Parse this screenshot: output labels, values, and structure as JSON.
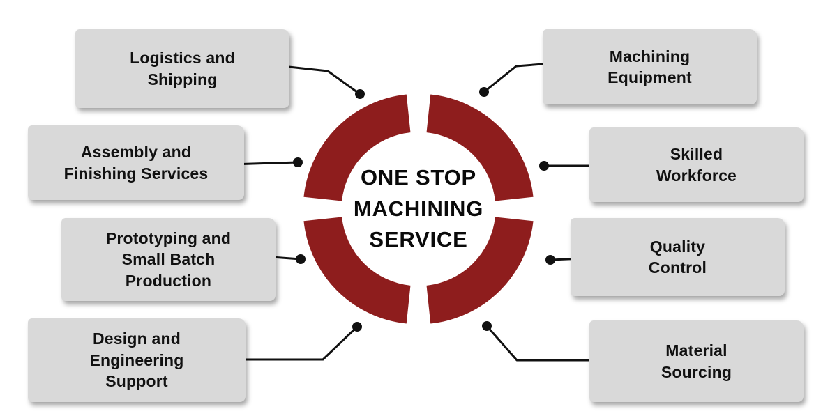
{
  "center": {
    "title": "ONE STOP\nMACHINING\nSERVICE"
  },
  "boxes": [
    {
      "id": "logistics-shipping",
      "label": "Logistics and\nShipping"
    },
    {
      "id": "assembly-finishing-services",
      "label": "Assembly and\nFinishing Services"
    },
    {
      "id": "prototyping-small-batch",
      "label": "Prototyping and\nSmall Batch\nProduction"
    },
    {
      "id": "design-engineering-support",
      "label": "Design and\nEngineering\nSupport"
    },
    {
      "id": "machining-equipment",
      "label": "Machining\nEquipment"
    },
    {
      "id": "skilled-workforce",
      "label": "Skilled\nWorkforce"
    },
    {
      "id": "quality-control",
      "label": "Quality\nControl"
    },
    {
      "id": "material-sourcing",
      "label": "Material\nSourcing"
    }
  ],
  "colors": {
    "ring": "#8E1D1D",
    "box_background": "#D9D9D9",
    "connector": "#111111",
    "text": "#111111",
    "background": "#FFFFFF"
  }
}
